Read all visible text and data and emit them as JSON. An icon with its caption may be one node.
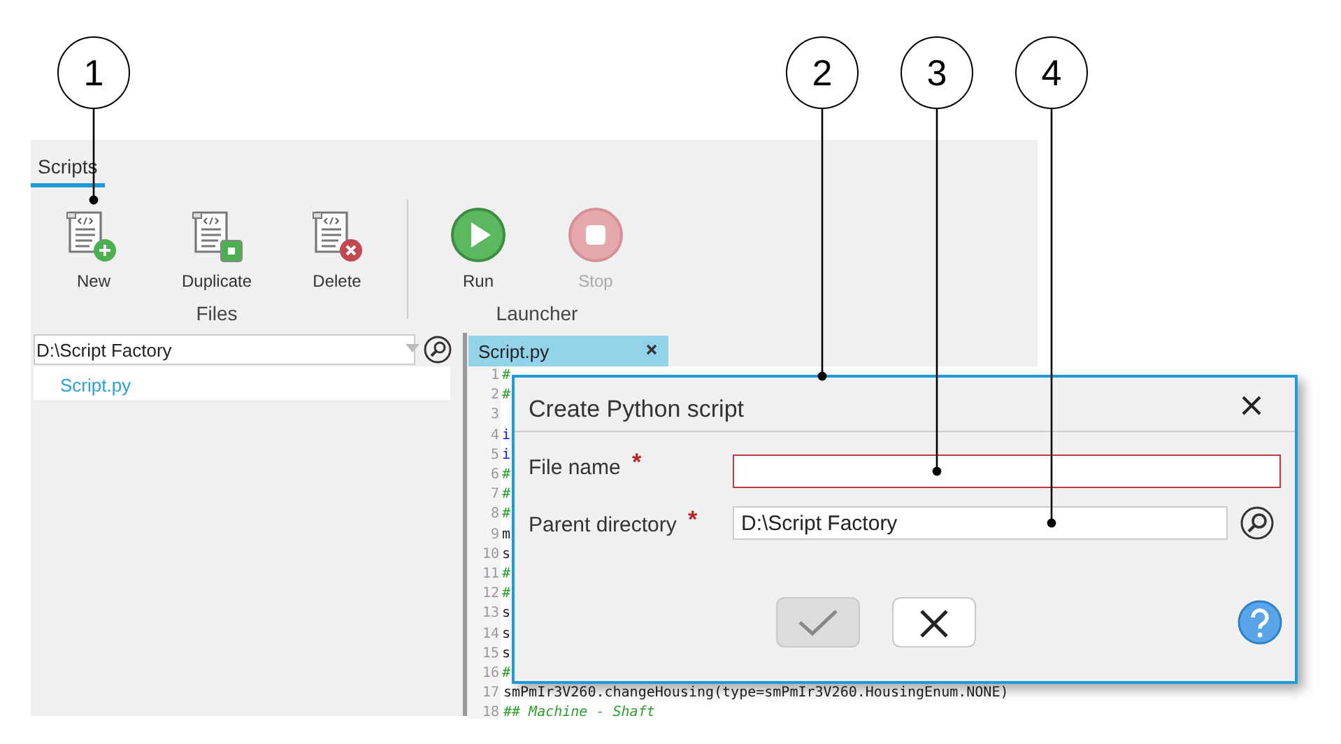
{
  "diagram": {
    "nodes": [
      {
        "text": [
          "1"
        ]
      },
      {
        "text": [
          "2"
        ]
      },
      {
        "text": [
          "3"
        ]
      },
      {
        "text": [
          "4"
        ]
      },
      {
        "text": [
          "New"
        ]
      },
      {
        "text": [
          "Create Python script"
        ]
      },
      {
        "text": [],
        "shape": "box",
        "in": 5
      },
      {
        "text": [
          "D:\\Script Factory"
        ],
        "in": 5
      }
    ],
    "edges": [
      {
        "from": 0,
        "to": 4,
        "arrow": "other"
      },
      {
        "from": 1,
        "to": 5,
        "arrow": "other"
      },
      {
        "from": 2,
        "to": 6,
        "arrow": "other"
      },
      {
        "from": 3,
        "to": 7,
        "arrow": "other"
      }
    ],
    "labels": [
      "Scripts",
      "Duplicate",
      "Delete",
      "Files",
      "Run",
      "Stop",
      "Launcher",
      "D:\\Script Factory",
      "Script.py",
      "Script.py",
      "1",
      "2",
      "3",
      "4",
      "5",
      "6",
      "7",
      "8",
      "9",
      "10",
      "11",
      "12",
      "13",
      "14",
      "15",
      "16",
      "17",
      "18",
      "#",
      "#",
      "i",
      "i",
      "#",
      "#",
      "#",
      "m",
      "s",
      "#",
      "#",
      "s",
      "s",
      "s",
      "#",
      "smPmIr3V260.changeHousing(type=smPmIr3V260.HousingEnum.NONE)",
      "## Machine - Shaft",
      "File name",
      "*",
      "Parent directory",
      "*"
    ]
  }
}
